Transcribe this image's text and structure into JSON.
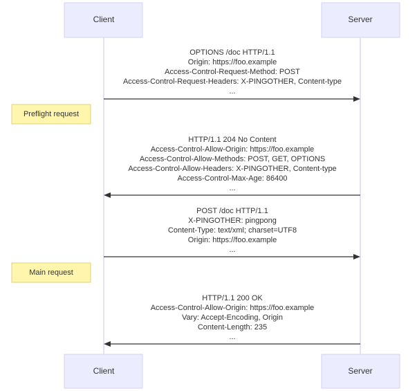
{
  "actors": {
    "client": "Client",
    "server": "Server"
  },
  "messages": [
    {
      "direction": "client-to-server",
      "lines": [
        "OPTIONS /doc HTTP/1.1",
        "Origin: https://foo.example",
        "Access-Control-Request-Method: POST",
        "Access-Control-Request-Headers: X-PINGOTHER, Content-type",
        "..."
      ]
    },
    {
      "direction": "server-to-client",
      "lines": [
        "HTTP/1.1 204 No Content",
        "Access-Control-Allow-Origin: https://foo.example",
        "Access-Control-Allow-Methods: POST, GET, OPTIONS",
        "Access-Control-Allow-Headers: X-PINGOTHER, Content-type",
        "Access-Control-Max-Age: 86400",
        "..."
      ]
    },
    {
      "direction": "client-to-server",
      "lines": [
        "POST /doc HTTP/1.1",
        "X-PINGOTHER: pingpong",
        "Content-Type: text/xml; charset=UTF8",
        "Origin: https://foo.example",
        "..."
      ]
    },
    {
      "direction": "server-to-client",
      "lines": [
        "HTTP/1.1 200 OK",
        "Access-Control-Allow-Origin: https://foo.example",
        "Vary: Accept-Encoding, Origin",
        "Content-Length: 235",
        "..."
      ]
    }
  ],
  "notes": {
    "preflight": "Preflight request",
    "main": "Main request"
  },
  "colors": {
    "actor_fill": "#ECECFF",
    "note_fill": "#FFF5AD",
    "line": "#333333"
  }
}
